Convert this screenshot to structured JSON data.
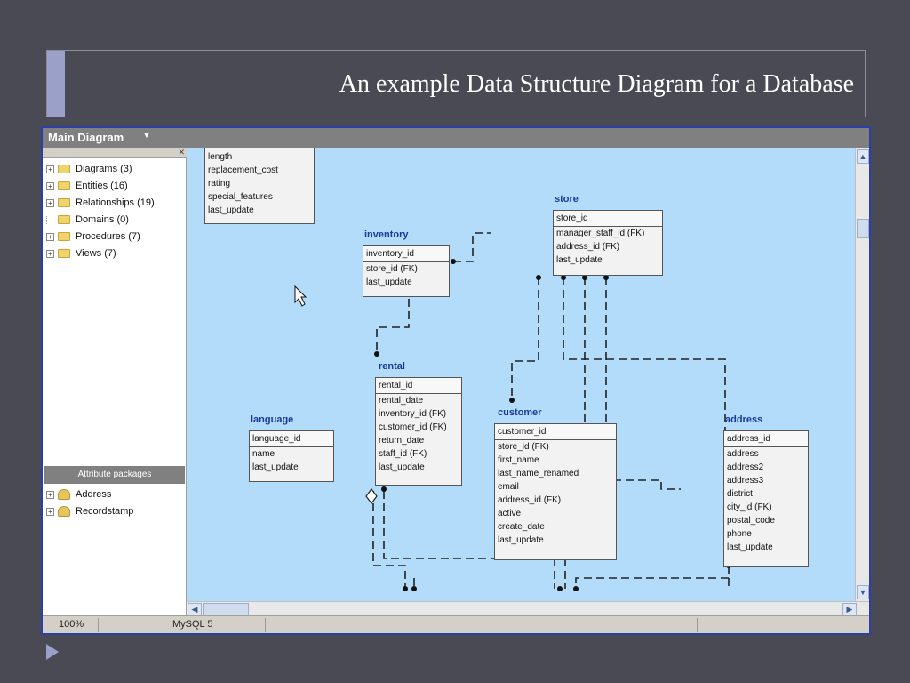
{
  "slide": {
    "title": "An example Data Structure Diagram for a Database"
  },
  "window": {
    "header_label": "Main Diagram",
    "header_dropdown_icon": "chevron-down-icon"
  },
  "tree": {
    "items": [
      {
        "label": "Diagrams (3)",
        "expander": "+"
      },
      {
        "label": "Entities (16)",
        "expander": "+"
      },
      {
        "label": "Relationships (19)",
        "expander": "+"
      },
      {
        "label": "Domains (0)",
        "expander": ""
      },
      {
        "label": "Procedures (7)",
        "expander": "+"
      },
      {
        "label": "Views (7)",
        "expander": "+"
      }
    ],
    "attr_header": "Attribute packages",
    "packages": [
      {
        "label": "Address",
        "expander": "+"
      },
      {
        "label": "Recordstamp",
        "expander": "+"
      }
    ]
  },
  "entities": {
    "film": {
      "title": "",
      "rows": [
        "length",
        "replacement_cost",
        "rating",
        "special_features",
        "last_update"
      ]
    },
    "inventory": {
      "title": "inventory",
      "pk": "inventory_id",
      "rows": [
        "store_id (FK)",
        "last_update"
      ]
    },
    "store": {
      "title": "store",
      "pk": "store_id",
      "rows": [
        "manager_staff_id (FK)",
        "address_id (FK)",
        "last_update"
      ]
    },
    "rental": {
      "title": "rental",
      "pk": "rental_id",
      "rows": [
        "rental_date",
        "inventory_id (FK)",
        "customer_id (FK)",
        "return_date",
        "staff_id (FK)",
        "last_update"
      ]
    },
    "language": {
      "title": "language",
      "pk": "language_id",
      "rows": [
        "name",
        "last_update"
      ]
    },
    "customer": {
      "title": "customer",
      "pk": "customer_id",
      "rows": [
        "store_id (FK)",
        "first_name",
        "last_name_renamed",
        "email",
        "address_id (FK)",
        "active",
        "create_date",
        "last_update"
      ]
    },
    "address": {
      "title": "address",
      "pk": "address_id",
      "rows": [
        "address",
        "address2",
        "address3",
        "district",
        "city_id (FK)",
        "postal_code",
        "phone",
        "last_update"
      ]
    }
  },
  "statusbar": {
    "zoom": "100%",
    "db": "MySQL 5"
  },
  "colors": {
    "canvas": "#b3dcfb",
    "entity_title": "#1a3a9a",
    "window_border": "#2a3fa8"
  }
}
